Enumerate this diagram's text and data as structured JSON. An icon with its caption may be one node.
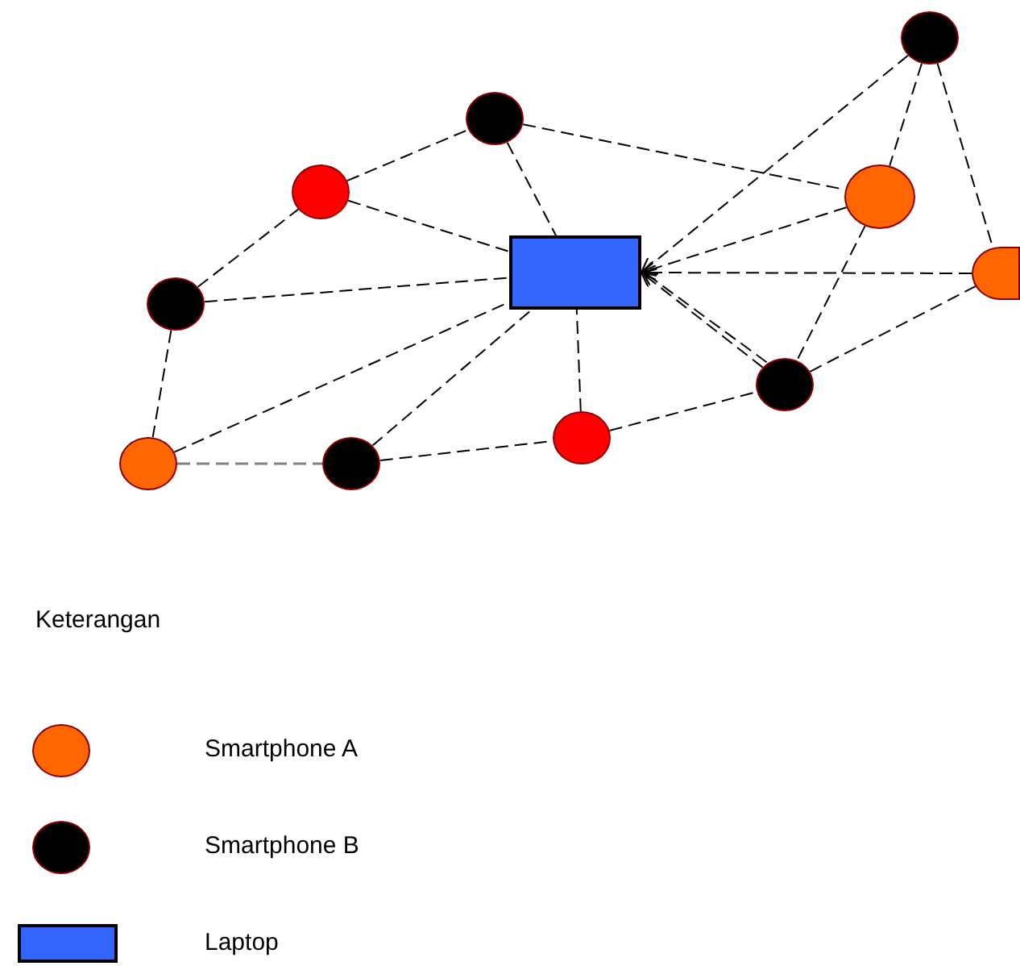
{
  "diagram": {
    "nodes": [
      {
        "text": [],
        "shape": "box"
      },
      {
        "text": [],
        "shape": "circle"
      },
      {
        "text": [],
        "shape": "circle"
      },
      {
        "text": [],
        "shape": "circle"
      },
      {
        "text": [],
        "shape": "circle"
      },
      {
        "text": [],
        "shape": "circle"
      },
      {
        "text": [],
        "shape": "circle"
      },
      {
        "text": [],
        "shape": "circle"
      },
      {
        "text": [],
        "shape": "circle"
      },
      {
        "text": [],
        "shape": "circle"
      },
      {
        "text": [],
        "shape": "circle"
      }
    ],
    "edges": [
      {
        "from": 2,
        "to": 4,
        "arrow": "none",
        "style": "dashed"
      },
      {
        "from": 2,
        "to": 0,
        "arrow": "none",
        "style": "dashed"
      },
      {
        "from": 3,
        "to": 2,
        "arrow": "none",
        "style": "dashed"
      },
      {
        "from": 3,
        "to": 0,
        "arrow": "none",
        "style": "dashed"
      },
      {
        "from": 5,
        "to": 3,
        "arrow": "none",
        "style": "dashed"
      },
      {
        "from": 5,
        "to": 0,
        "arrow": "none",
        "style": "dashed"
      },
      {
        "from": 5,
        "to": 9,
        "arrow": "none",
        "style": "dashed"
      },
      {
        "from": 9,
        "to": 10,
        "arrow": "none",
        "style": "dashed",
        "color": "#808080"
      },
      {
        "from": 9,
        "to": 0,
        "arrow": "none",
        "style": "dashed"
      },
      {
        "from": 10,
        "to": 0,
        "arrow": "none",
        "style": "dashed"
      },
      {
        "from": 10,
        "to": 8,
        "arrow": "none",
        "style": "dashed"
      },
      {
        "from": 8,
        "to": 0,
        "arrow": "none",
        "style": "dashed"
      },
      {
        "from": 8,
        "to": 7,
        "arrow": "none",
        "style": "dashed"
      },
      {
        "from": 1,
        "to": 0,
        "arrow": "to",
        "style": "dashed"
      },
      {
        "from": 4,
        "to": 0,
        "arrow": "to",
        "style": "dashed"
      },
      {
        "from": 6,
        "to": 0,
        "arrow": "to",
        "style": "dashed"
      },
      {
        "from": 7,
        "to": 0,
        "arrow": "to",
        "style": "dashed"
      },
      {
        "from": 7,
        "to": 0,
        "arrow": "to",
        "style": "dashed"
      },
      {
        "from": 1,
        "to": 4,
        "arrow": "none",
        "style": "dashed"
      },
      {
        "from": 1,
        "to": 6,
        "arrow": "none",
        "style": "dashed"
      },
      {
        "from": 4,
        "to": 7,
        "arrow": "none",
        "style": "dashed"
      },
      {
        "from": 7,
        "to": 6,
        "arrow": "none",
        "style": "dashed"
      }
    ],
    "labels": [
      "Keterangan"
    ],
    "legend": [
      {
        "text": "Smartphone A",
        "color": "#ff6600"
      },
      {
        "text": "Smartphone B",
        "color": "#000000"
      },
      {
        "text": "Laptop",
        "color": "#3366ff"
      }
    ]
  }
}
